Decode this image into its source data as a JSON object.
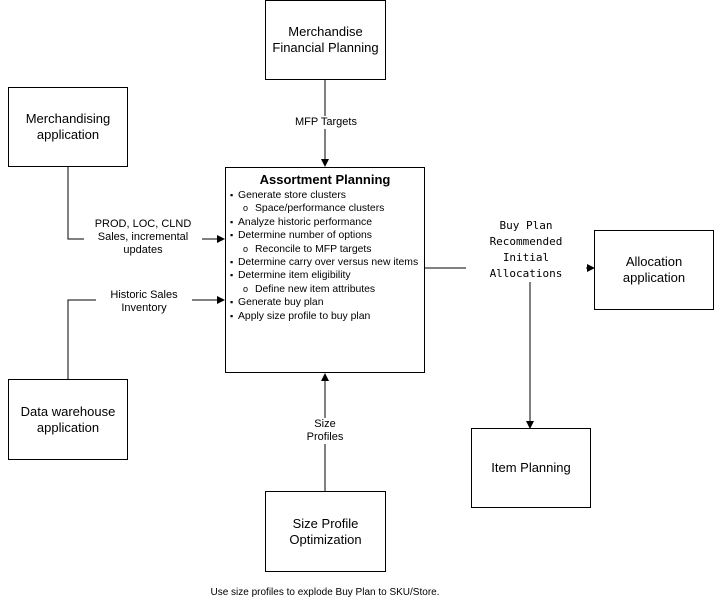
{
  "boxes": {
    "mfp": "Merchandise\nFinancial Planning",
    "merch_app": "Merchandising\napplication",
    "data_wh": "Data warehouse\napplication",
    "size_profile": "Size Profile\nOptimization",
    "allocation": "Allocation\napplication",
    "item_planning": "Item Planning"
  },
  "assortment": {
    "title": "Assortment Planning",
    "items": [
      {
        "text": "Generate store clusters",
        "level": 1
      },
      {
        "text": "Space/performance clusters",
        "level": 2
      },
      {
        "text": "Analyze historic performance",
        "level": 1
      },
      {
        "text": "Determine number of options",
        "level": 1
      },
      {
        "text": "Reconcile to MFP targets",
        "level": 2
      },
      {
        "text": "Determine carry over versus new items",
        "level": 1
      },
      {
        "text": "Determine item eligibility",
        "level": 1
      },
      {
        "text": "Define new item attributes",
        "level": 2
      },
      {
        "text": "Generate buy plan",
        "level": 1
      },
      {
        "text": "Apply size profile to buy plan",
        "level": 1
      }
    ]
  },
  "labels": {
    "mfp_targets": "MFP Targets",
    "merch_flow": "PROD, LOC, CLND\nSales, incremental\nupdates",
    "historic": "Historic Sales\nInventory",
    "size_profiles": "Size\nProfiles",
    "buy_plan": "Buy Plan\nRecommended\nInitial Allocations"
  },
  "footnote": "Use size profiles to explode Buy Plan to SKU/Store."
}
